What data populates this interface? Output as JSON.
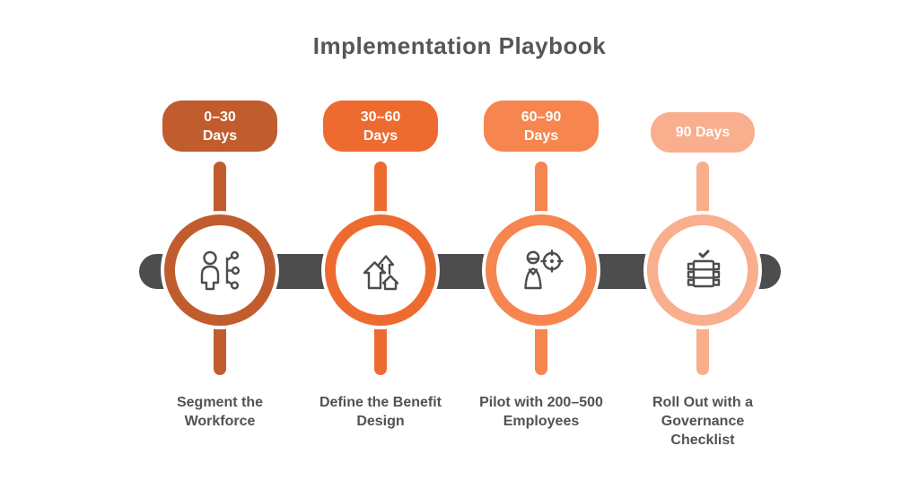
{
  "title": "Implementation Playbook",
  "colors": {
    "timeline_bar": "#4D4D4D",
    "title_text": "#55565B",
    "label_text": "#505257",
    "icon_stroke": "#4D4D4D",
    "pill_text": "#FFFFFF"
  },
  "stages": [
    {
      "period": "0–30\nDays",
      "label": "Segment the\nWorkforce",
      "color": "#C15C2E",
      "icon": "person-segments-icon"
    },
    {
      "period": "30–60\nDays",
      "label": "Define the Benefit\nDesign",
      "color": "#EE6B30",
      "icon": "growth-arrows-icon"
    },
    {
      "period": "60–90\nDays",
      "label": "Pilot with 200–500\nEmployees",
      "color": "#F6854F",
      "icon": "person-target-icon"
    },
    {
      "period": "90 Days",
      "label": "Roll Out with a\nGovernance\nChecklist",
      "color": "#F9AE8D",
      "icon": "rollout-checklist-icon"
    }
  ]
}
